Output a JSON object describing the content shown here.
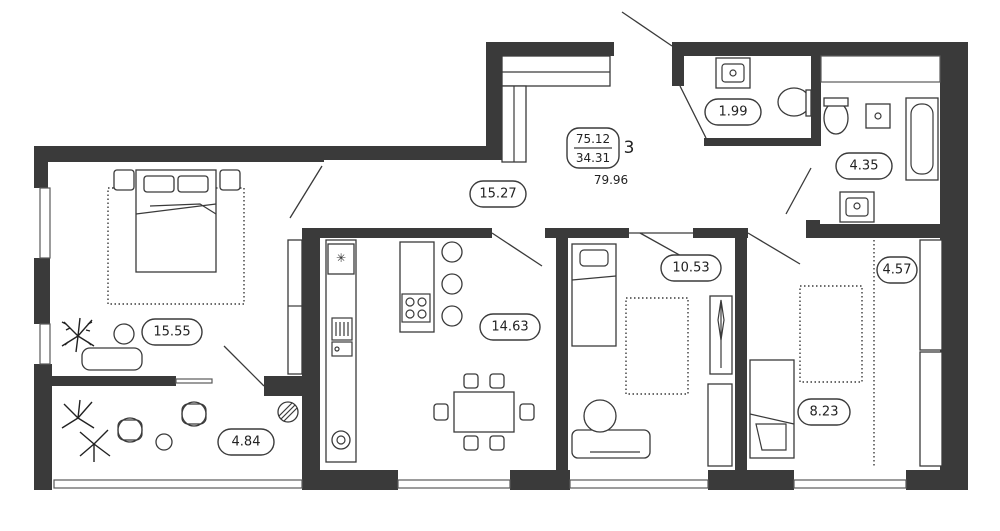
{
  "summary": {
    "living_area": "75.12",
    "rooms_area": "34.31",
    "rooms_count": "3",
    "total_area": "79.96"
  },
  "rooms": [
    {
      "id": "wc",
      "area": "1.99"
    },
    {
      "id": "bathroom",
      "area": "4.35"
    },
    {
      "id": "hallway",
      "area": "15.27"
    },
    {
      "id": "bedroom-master",
      "area": "15.55"
    },
    {
      "id": "kitchen",
      "area": "14.63"
    },
    {
      "id": "bedroom-middle",
      "area": "10.53"
    },
    {
      "id": "wardrobe",
      "area": "4.57"
    },
    {
      "id": "bedroom-right",
      "area": "8.23"
    },
    {
      "id": "balcony",
      "area": "4.84"
    }
  ]
}
